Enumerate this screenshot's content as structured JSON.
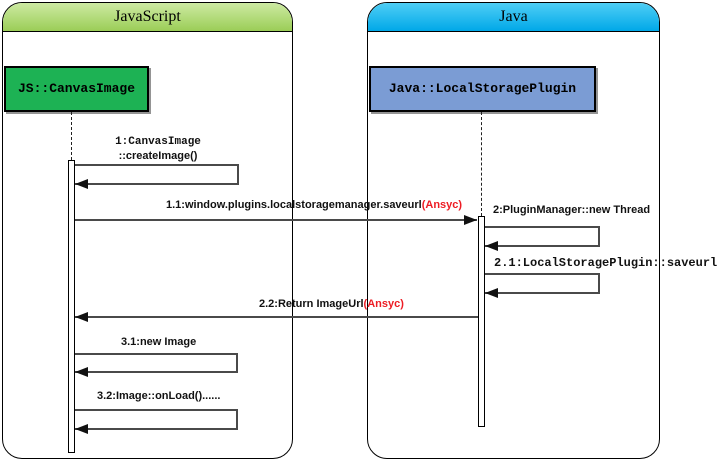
{
  "frames": {
    "left": {
      "title": "JavaScript"
    },
    "right": {
      "title": "Java"
    }
  },
  "objects": {
    "js": {
      "label": "JS::CanvasImage"
    },
    "java": {
      "label": "Java::LocalStoragePlugin"
    }
  },
  "messages": {
    "m1": {
      "line1": "1:CanvasImage",
      "line2": "::createImage()"
    },
    "m1_1": {
      "label": "1.1:window.plugins.localstoragemanager.saveurl",
      "suffix": "(Ansyc)"
    },
    "m2": {
      "label": "2:PluginManager::new Thread"
    },
    "m2_1": {
      "label": "2.1:LocalStoragePlugin::saveurl"
    },
    "m2_2": {
      "label": "2.2:Return ImageUrl",
      "suffix": "(Ansyc)"
    },
    "m3_1": {
      "label": "3.1:new Image"
    },
    "m3_2": {
      "label": "3.2:Image::onLoad()......"
    }
  },
  "colors": {
    "green_header_top": "#cdeaa2",
    "green_header_bottom": "#9bcd57",
    "cyan_header_top": "#4fcef5",
    "cyan_header_bottom": "#00a8e8",
    "object_green": "#1db254",
    "object_blue": "#7b9cd4",
    "async_red": "#ed1c24",
    "line_color": "#4a4a4a"
  }
}
